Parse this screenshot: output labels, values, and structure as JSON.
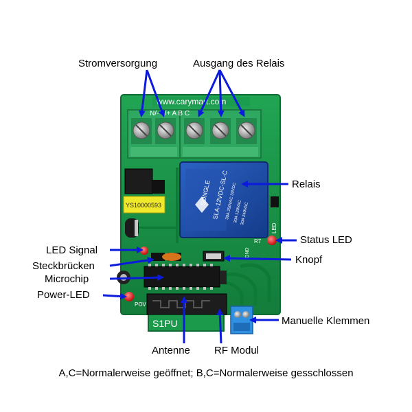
{
  "labels": {
    "power_supply": "Stromversorgung",
    "relay_output": "Ausgang des Relais",
    "relay": "Relais",
    "status_led": "Status LED",
    "led_signal": "LED Signal",
    "jumpers": "Steckbrücken",
    "button": "Knopf",
    "microchip": "Microchip",
    "power_led": "Power-LED",
    "manual_terminals": "Manuelle Klemmen",
    "antenna": "Antenne",
    "rf_module": "RF Modul"
  },
  "board": {
    "url_text": "www.carymart.com",
    "terminal_legend": "N/-  L/+  A  B  C",
    "relay_brand": "SONGLE",
    "relay_model": "SLA-12VDC-SL-C",
    "relay_rating_1": "30A 250VAC 30VDC",
    "relay_rating_2": "30A 120VAC",
    "relay_rating_3": "30A 240VAC",
    "transformer_label": "YS10000593",
    "silk_s1pu": "S1PU",
    "silk_pov": "POV",
    "silk_r7": "R7",
    "silk_led": "LED",
    "silk_gnd": "GND"
  },
  "caption": "A,C=Normalerweise geöffnet; B,C=Normalerweise gesschlossen",
  "colors": {
    "pcb": "#1a9a4a",
    "terminal": "#2fa862",
    "relay": "#1f4ea8",
    "arrow": "#0b1adb"
  }
}
